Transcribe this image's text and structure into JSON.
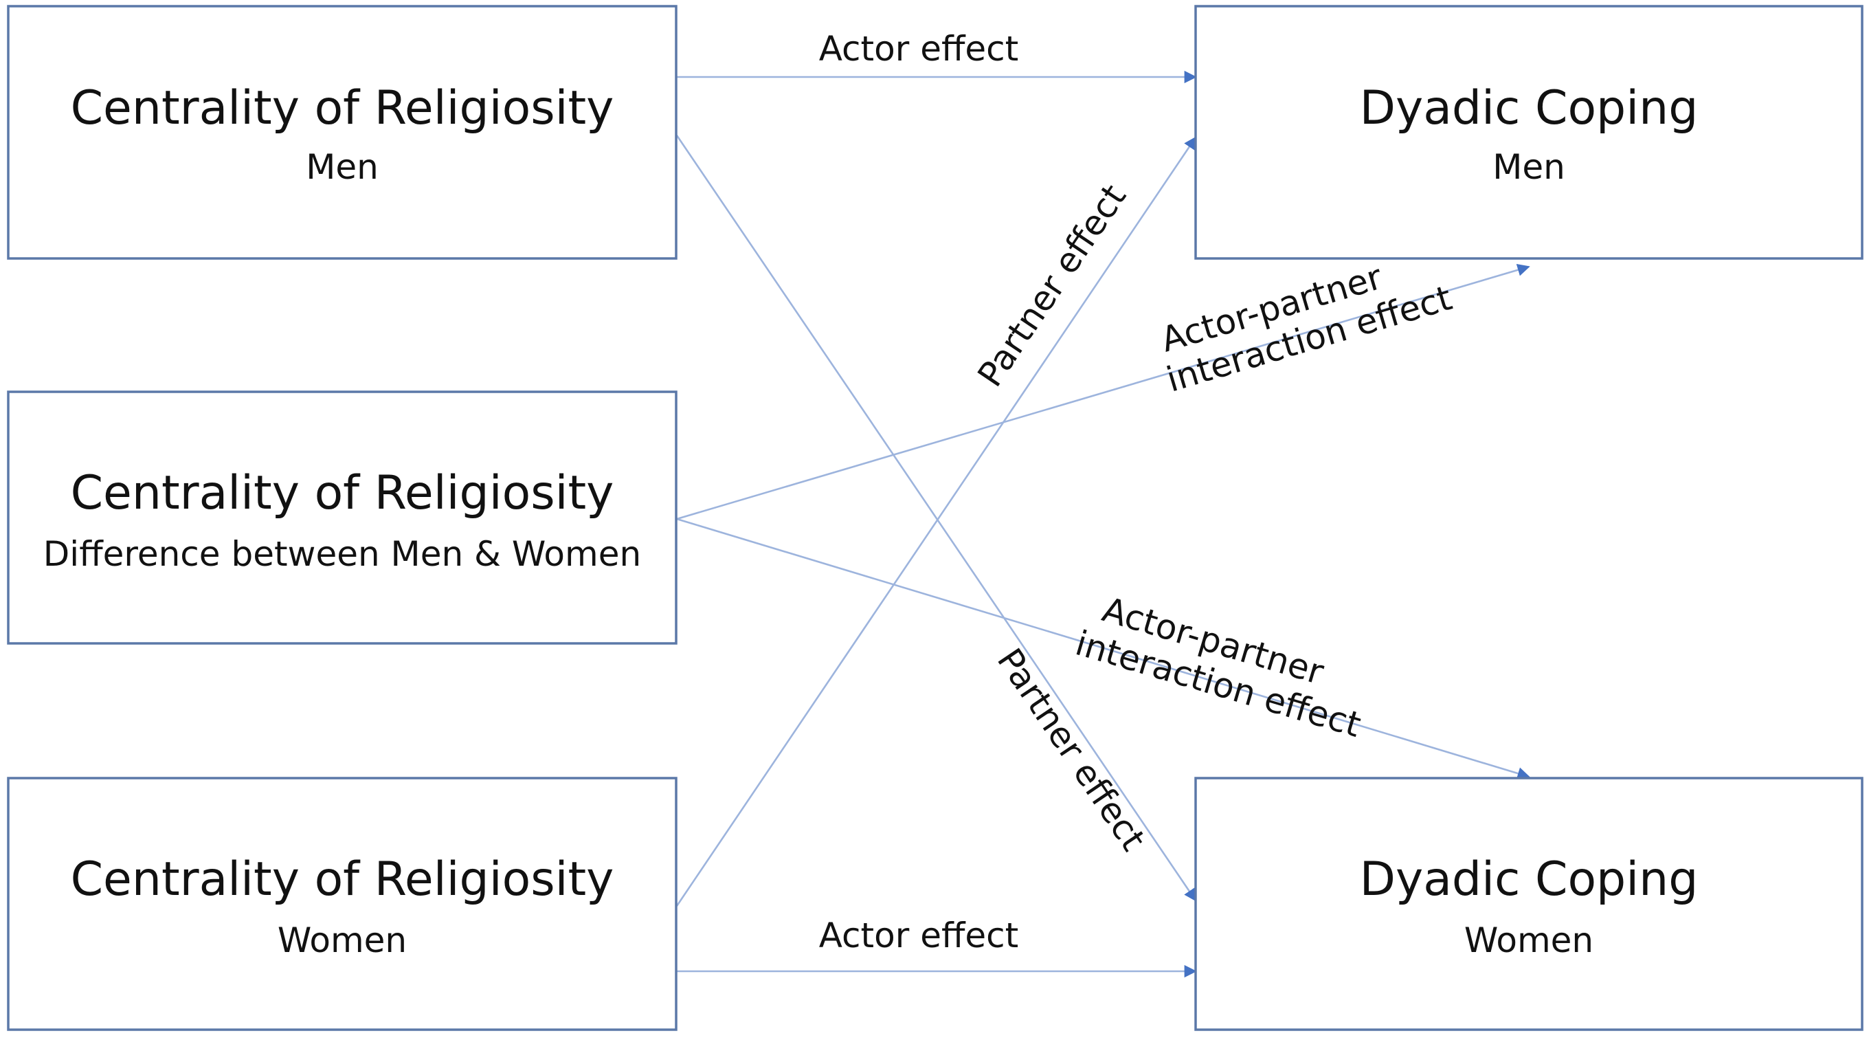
{
  "colors": {
    "box_border": "#5b78a8",
    "arrow": "#9db4dd",
    "arrowhead": "#4472c4",
    "text": "#111111"
  },
  "nodes": {
    "cr_men": {
      "title": "Centrality of Religiosity",
      "subtitle": "Men"
    },
    "cr_diff": {
      "title": "Centrality of Religiosity",
      "subtitle": "Difference between Men & Women"
    },
    "cr_women": {
      "title": "Centrality of Religiosity",
      "subtitle": "Women"
    },
    "dc_men": {
      "title": "Dyadic Coping",
      "subtitle": "Men"
    },
    "dc_women": {
      "title": "Dyadic Coping",
      "subtitle": "Women"
    }
  },
  "edges": {
    "actor_men": {
      "from": "cr_men",
      "to": "dc_men",
      "label": "Actor effect"
    },
    "actor_women": {
      "from": "cr_women",
      "to": "dc_women",
      "label": "Actor effect"
    },
    "partner_women_to_men": {
      "from": "cr_women",
      "to": "dc_men",
      "label": "Partner effect"
    },
    "partner_men_to_women": {
      "from": "cr_men",
      "to": "dc_women",
      "label": "Partner effect"
    },
    "interaction_to_men": {
      "from": "cr_diff",
      "to": "dc_men",
      "label_line1": "Actor-partner",
      "label_line2": "interaction effect"
    },
    "interaction_to_women": {
      "from": "cr_diff",
      "to": "dc_women",
      "label_line1": "Actor-partner",
      "label_line2": "interaction effect"
    }
  }
}
